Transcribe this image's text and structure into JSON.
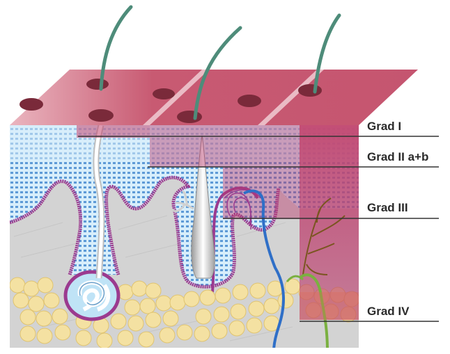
{
  "labels": {
    "grade_1": "Grad I",
    "grade_2": "Grad II a+b",
    "grade_3": "Grad III",
    "grade_4": "Grad IV"
  },
  "colors": {
    "epidermis_top": "#c75a72",
    "epidermis_top_light": "#e7a9b6",
    "dermis_blue": "#bfe3f6",
    "dermis_dots": "#4a8fd0",
    "membrane_purple": "#9b3a8f",
    "subcutis_gray": "#d6d6d6",
    "fat_yellow": "#f3df9a",
    "hair_green": "#4e8c7a",
    "vein_blue": "#2f6fc7",
    "artery_green": "#7ab040",
    "nerve_brown": "#8a5a2a",
    "burn_overlay": "#b8376a",
    "grade_line": "#333333"
  }
}
